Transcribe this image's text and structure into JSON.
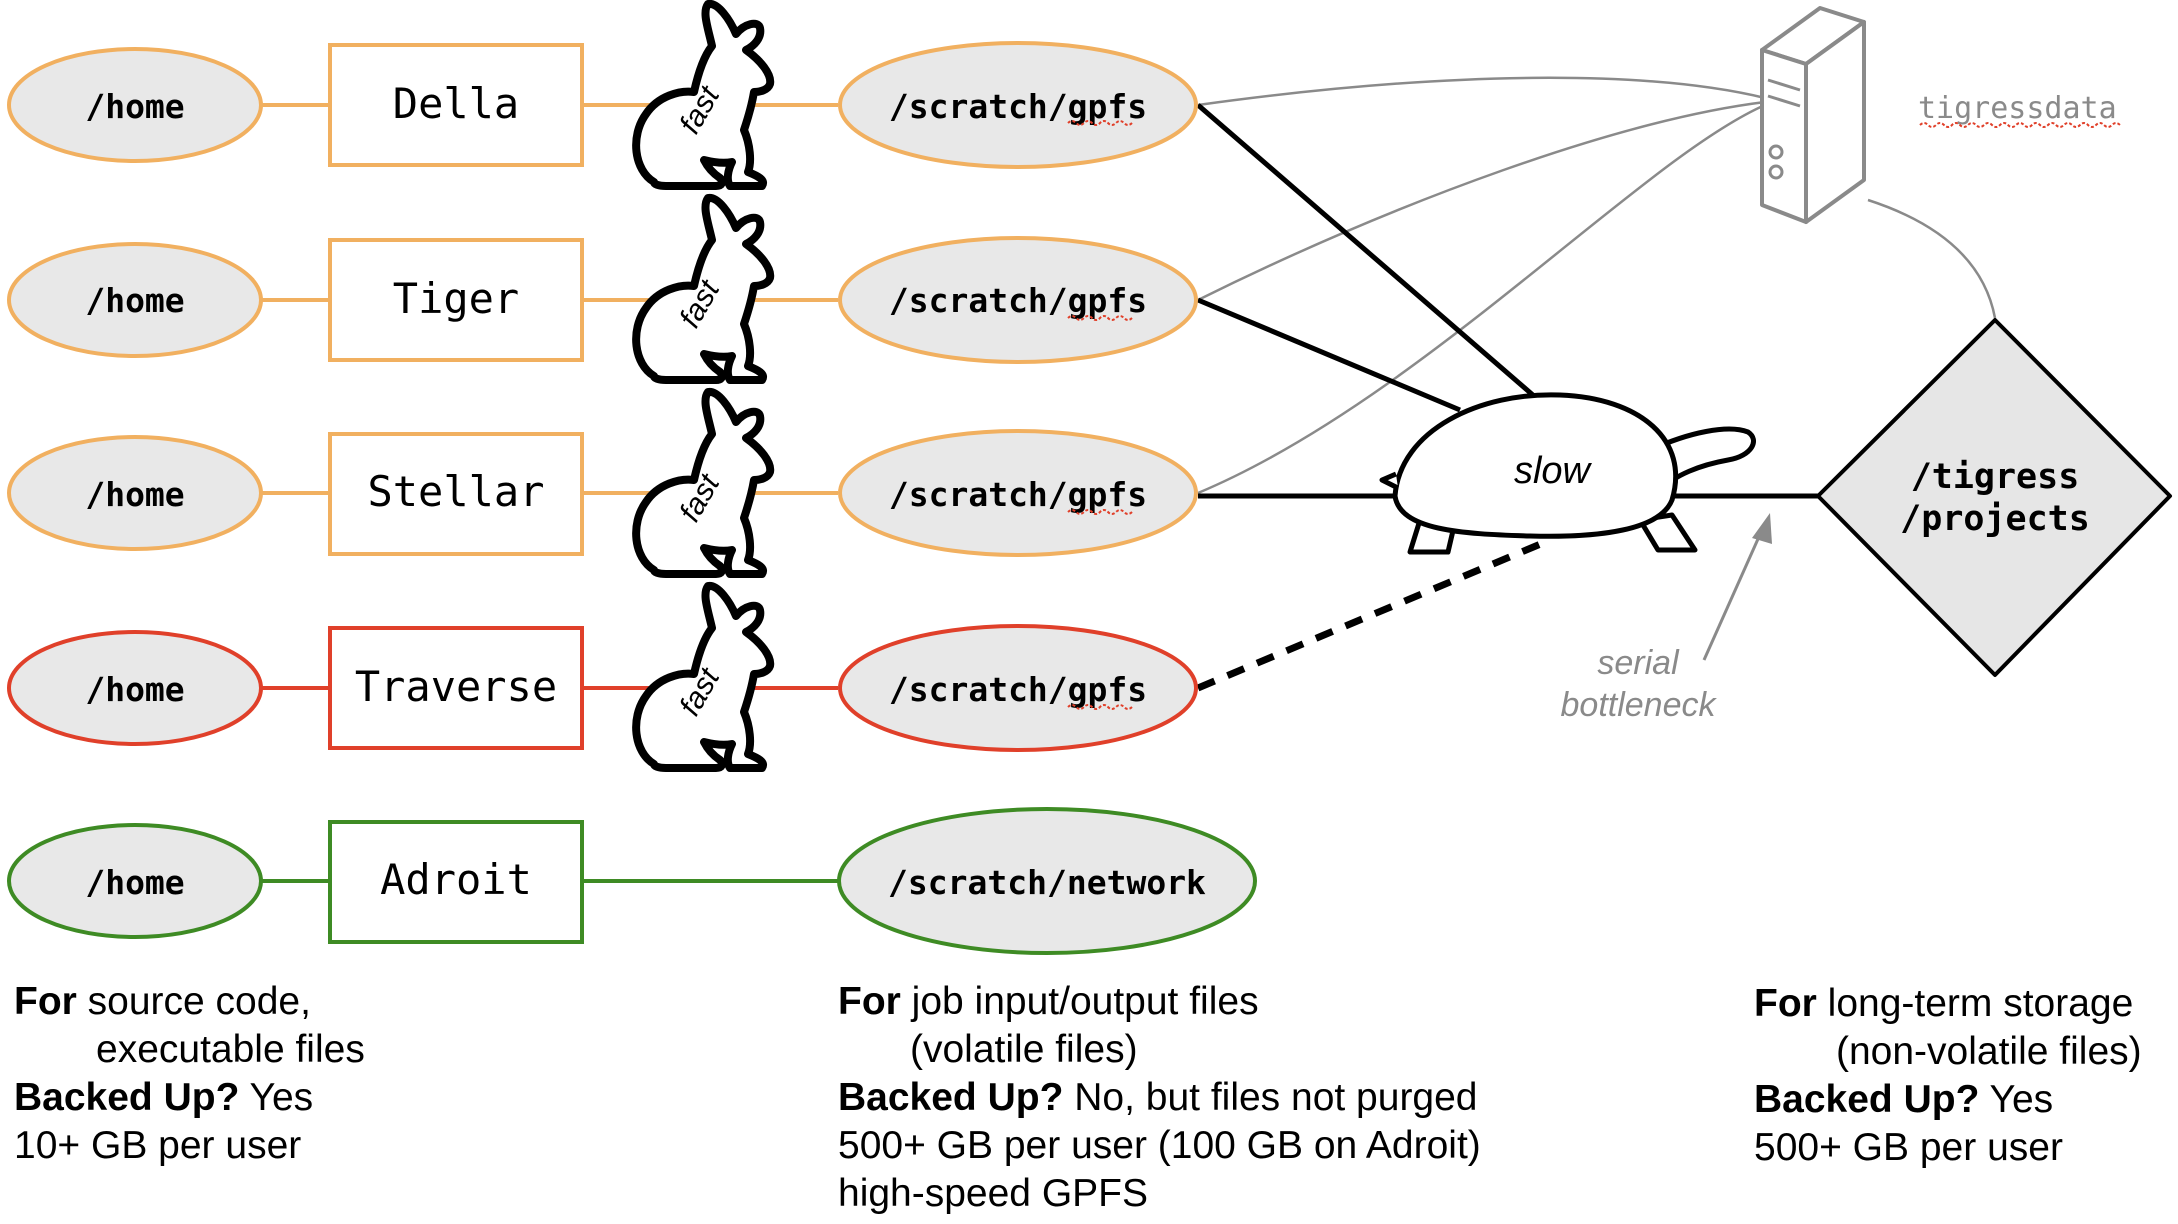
{
  "colors": {
    "orange": "#F1B060",
    "red": "#E0402A",
    "green": "#3E8B24",
    "ellipse_fill": "#E8E8E8",
    "gray": "#8A8A8A",
    "diamond_fill": "#E6E6E6"
  },
  "clusters": [
    {
      "home": "/home",
      "name": "Della",
      "speed": "fast",
      "scratch": "/scratch/gpfs",
      "color": "orange"
    },
    {
      "home": "/home",
      "name": "Tiger",
      "speed": "fast",
      "scratch": "/scratch/gpfs",
      "color": "orange"
    },
    {
      "home": "/home",
      "name": "Stellar",
      "speed": "fast",
      "scratch": "/scratch/gpfs",
      "color": "orange"
    },
    {
      "home": "/home",
      "name": "Traverse",
      "speed": "fast",
      "scratch": "/scratch/gpfs",
      "color": "red"
    },
    {
      "home": "/home",
      "name": "Adroit",
      "speed": "",
      "scratch": "/scratch/network",
      "color": "green"
    }
  ],
  "server_label": "tigressdata",
  "turtle_label": "slow",
  "diamond_label": [
    "/tigress",
    "/projects"
  ],
  "bottleneck_label": [
    "serial",
    "bottleneck"
  ],
  "icons": [
    "rabbit-icon",
    "turtle-icon",
    "server-icon"
  ],
  "captions": {
    "home": {
      "line1_bold": "For",
      "line1_text": " source code,",
      "line2": "executable files",
      "line3_bold": "Backed Up?",
      "line3_text": " Yes",
      "line4": "10+ GB per user"
    },
    "scratch": {
      "line1_bold": "For",
      "line1_text": " job input/output files",
      "line2": "(volatile files)",
      "line3_bold": "Backed Up?",
      "line3_text": " No, but files not purged",
      "line4": "500+ GB per user (100 GB on Adroit)",
      "line5": "high-speed GPFS"
    },
    "tigress": {
      "line1_bold": "For",
      "line1_text": " long-term storage",
      "line2": "(non-volatile files)",
      "line3_bold": "Backed Up?",
      "line3_text": " Yes",
      "line4": "500+ GB per user"
    }
  }
}
